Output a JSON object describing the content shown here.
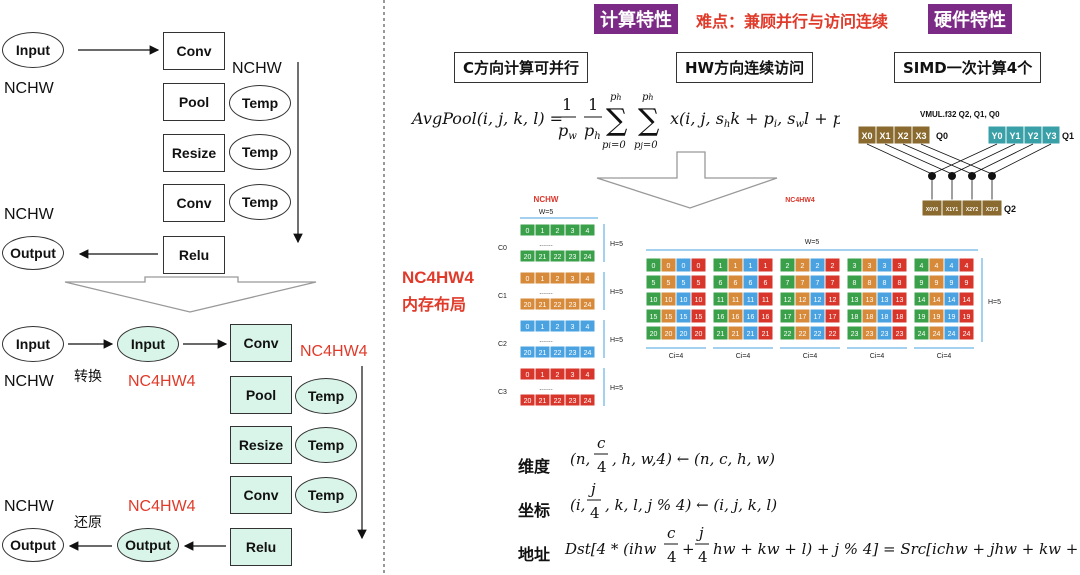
{
  "left": {
    "top": {
      "input": "Input",
      "nchw_in": "NCHW",
      "nchw_mid": "NCHW",
      "nchw_out": "NCHW",
      "ops": [
        "Conv",
        "Pool",
        "Resize",
        "Conv",
        "Relu"
      ],
      "temp": "Temp",
      "output": "Output"
    },
    "bottom": {
      "input": "Input",
      "input2": "Input",
      "nchw_in": "NCHW",
      "convert": "转换",
      "nc4hw4_a": "NC4HW4",
      "nc4hw4_b": "NC4HW4",
      "nc4hw4_c": "NC4HW4",
      "ops": [
        "Conv",
        "Pool",
        "Resize",
        "Conv",
        "Relu"
      ],
      "temp": "Temp",
      "output": "Output",
      "output2": "Output",
      "nchw_out": "NCHW",
      "restore": "还原"
    }
  },
  "right": {
    "tag_compute": "计算特性",
    "difficulty": "难点：兼顾并行与访问连续",
    "tag_hardware": "硬件特性",
    "hdr_c": "C方向计算可并行",
    "hdr_hw": "HW方向连续访问",
    "hdr_simd": "SIMD一次计算4个",
    "simd": {
      "instr": "VMUL.f32 Q2, Q1, Q0",
      "x": [
        "X0",
        "X1",
        "X2",
        "X3"
      ],
      "y": [
        "Y0",
        "Y1",
        "Y2",
        "Y3"
      ],
      "q0": "Q0",
      "q1": "Q1",
      "q2": "Q2",
      "res": [
        "X0Y0",
        "X1Y1",
        "X2Y2",
        "X3Y3"
      ]
    },
    "layout": {
      "title1": "NC4HW4",
      "title2": "内存布局",
      "nchw": "NCHW",
      "nc4": "NC4HW4",
      "w5": "W=5",
      "h5": "H=5",
      "dots": ".......",
      "channels": [
        "C0",
        "C1",
        "C2",
        "C3"
      ],
      "row0": [
        "0",
        "1",
        "2",
        "3",
        "4"
      ],
      "row4": [
        "20",
        "21",
        "22",
        "23",
        "24"
      ],
      "ci4": "Ci=4",
      "colors": {
        "green": "#3aa04a",
        "orange": "#d68a3a",
        "blue": "#4aa3e0",
        "red": "#d9362b"
      }
    },
    "formulas": {
      "dim_label": "维度",
      "coord_label": "坐标",
      "addr_label": "地址"
    }
  }
}
